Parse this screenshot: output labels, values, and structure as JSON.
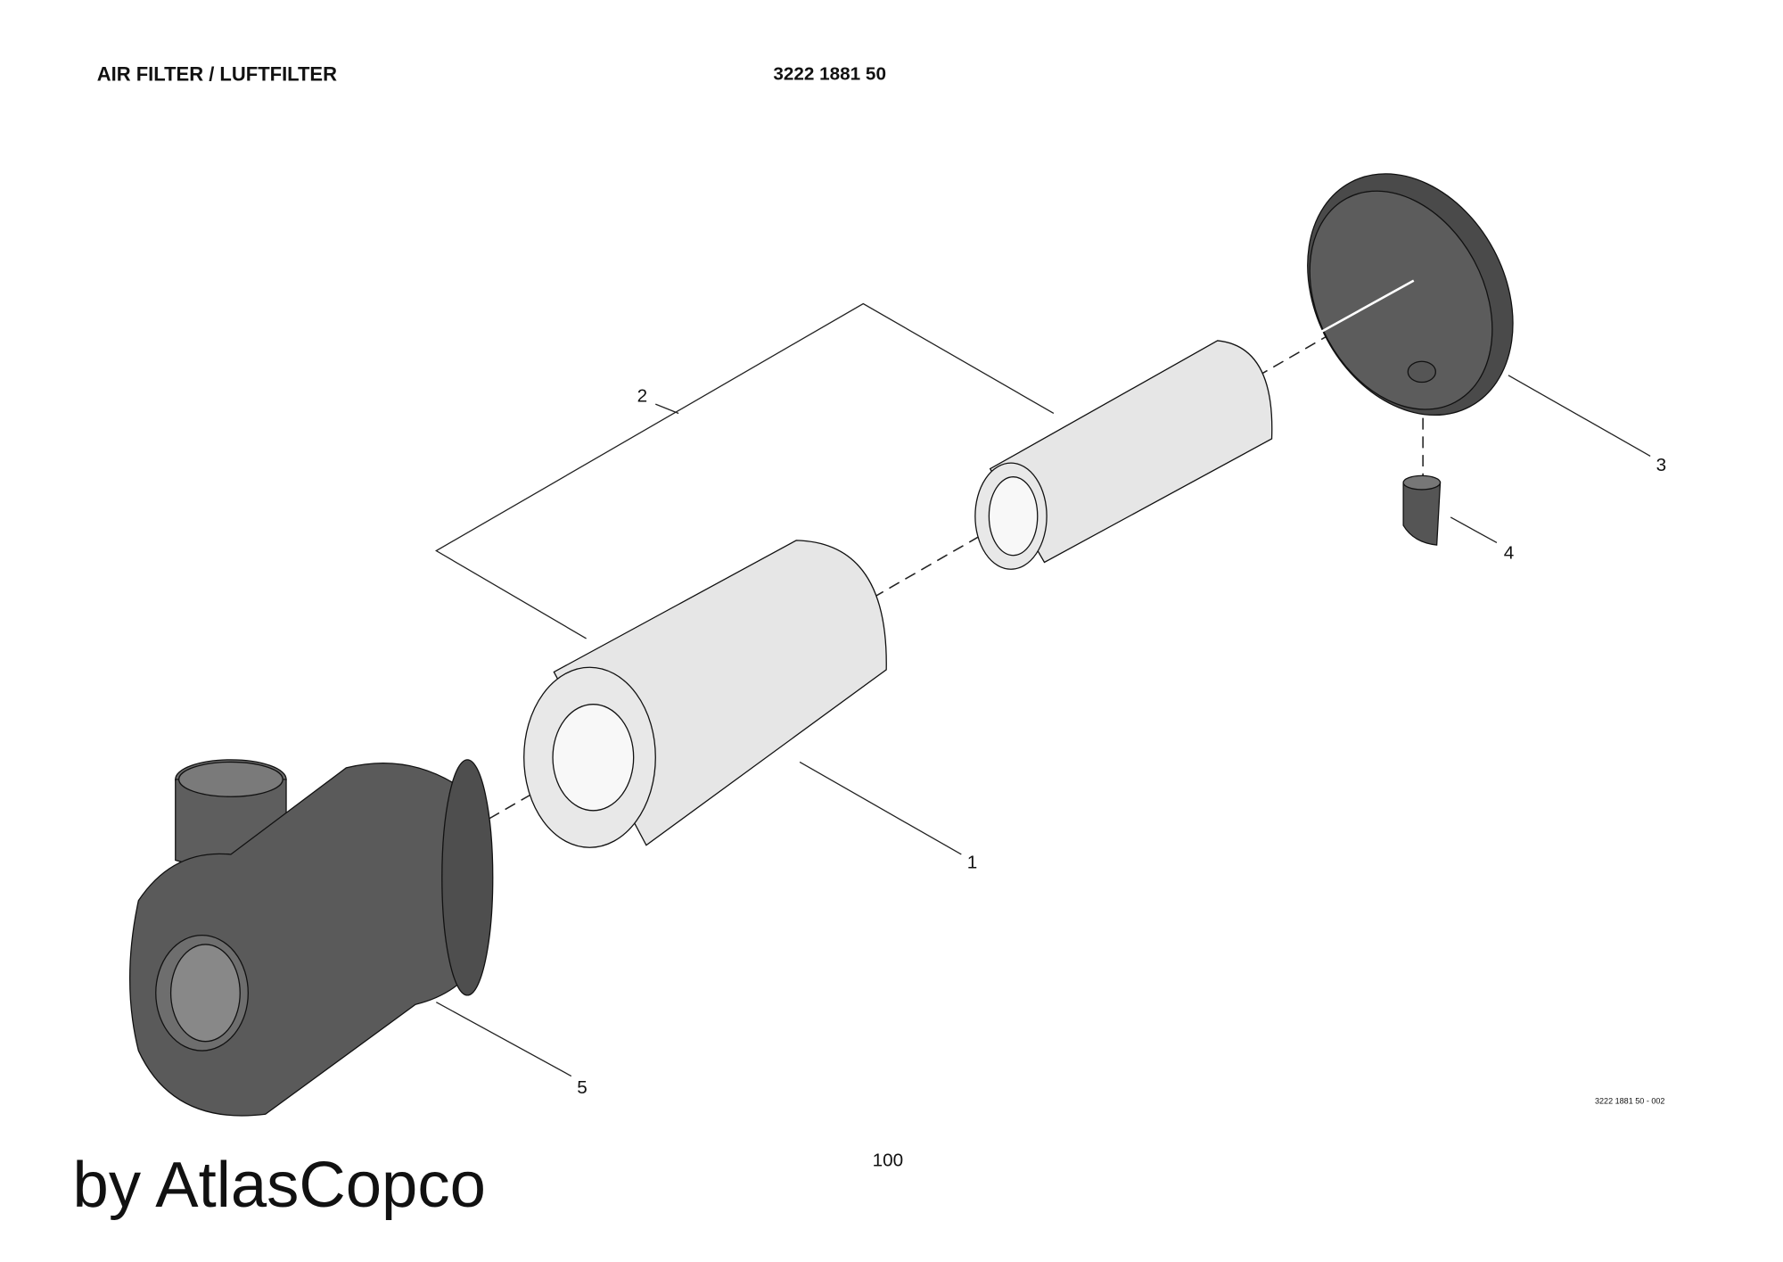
{
  "header": {
    "title": "AIR FILTER / LUFTFILTER",
    "part_number": "3222 1881 50"
  },
  "callouts": [
    "1",
    "2",
    "3",
    "4",
    "5"
  ],
  "drawing_code": "3222 1881 50 - 002",
  "page_number": "100",
  "watermark": "by AtlasCopco"
}
